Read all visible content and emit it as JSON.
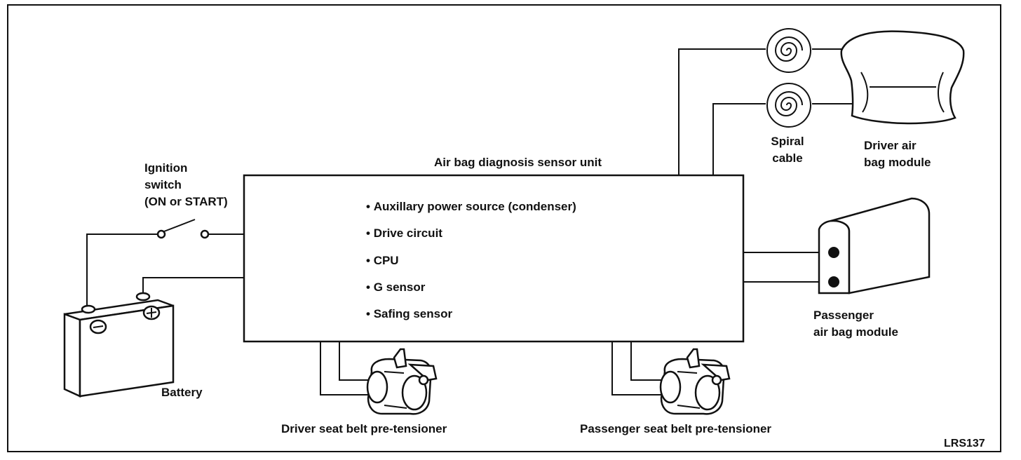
{
  "diagram": {
    "sensor_unit": {
      "title": "Air bag diagnosis sensor unit",
      "features": [
        "Auxillary power source (condenser)",
        "Drive circuit",
        "CPU",
        "G sensor",
        "Safing sensor"
      ]
    },
    "ignition_switch": {
      "line1": "Ignition",
      "line2": "switch",
      "line3": "(ON or START)"
    },
    "battery": {
      "label": "Battery",
      "terminal_negative": "−",
      "terminal_positive": "+"
    },
    "spiral_cable": {
      "line1": "Spiral",
      "line2": "cable"
    },
    "driver_air_bag_module": {
      "line1": "Driver air",
      "line2": "bag module"
    },
    "passenger_air_bag_module": {
      "line1": "Passenger",
      "line2": "air bag module"
    },
    "driver_pretensioner": {
      "label": "Driver seat belt pre-tensioner"
    },
    "passenger_pretensioner": {
      "label": "Passenger seat belt pre-tensioner"
    },
    "figure_code": "LRS137"
  }
}
